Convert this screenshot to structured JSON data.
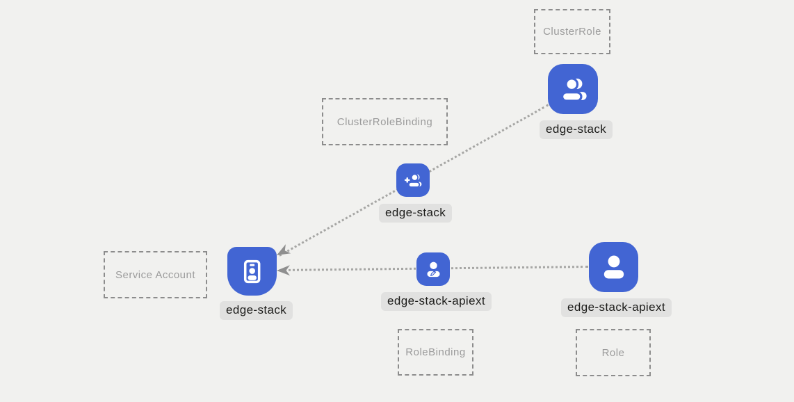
{
  "diagram": {
    "background_color": "#f1f1ef",
    "accent_blue": "#4265d3",
    "pill_background": "#e1e1e0",
    "dashed_border_color": "#8c8c8c",
    "type_labels": {
      "cluster_role": "ClusterRole",
      "cluster_role_binding": "ClusterRoleBinding",
      "service_account": "Service Account",
      "role_binding": "RoleBinding",
      "role": "Role"
    },
    "nodes": {
      "cluster_role": {
        "name": "edge-stack",
        "icon": "group-icon"
      },
      "cluster_role_binding": {
        "name": "edge-stack",
        "icon": "person-add-icon"
      },
      "service_account": {
        "name": "edge-stack",
        "icon": "id-badge-icon"
      },
      "role_binding": {
        "name": "edge-stack-apiext",
        "icon": "person-edit-icon"
      },
      "role": {
        "name": "edge-stack-apiext",
        "icon": "person-icon"
      }
    }
  }
}
